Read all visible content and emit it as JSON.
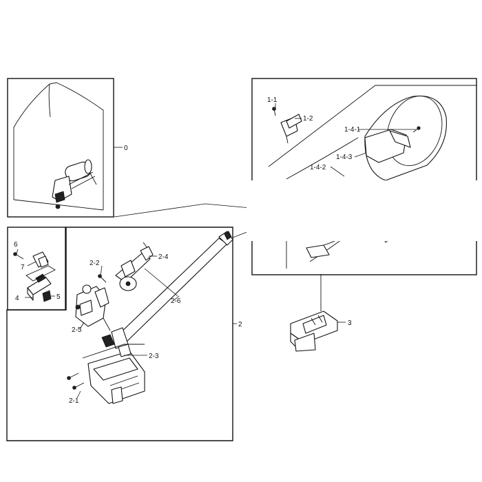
{
  "labels": {
    "l0": "0",
    "l1_1": "1-1",
    "l1_2": "1-2",
    "l1_4_1": "1-4-1",
    "l1_4_3": "1-4-3",
    "l1_4_2": "1-4-2",
    "l2": "2",
    "l2_1": "2-1",
    "l2_2": "2-2",
    "l2_3": "2-3",
    "l2_4": "2-4",
    "l2_5": "2-5",
    "l2_6": "2-6",
    "l3": "3",
    "l4": "4",
    "l5": "5",
    "l6": "6",
    "l7": "7"
  }
}
